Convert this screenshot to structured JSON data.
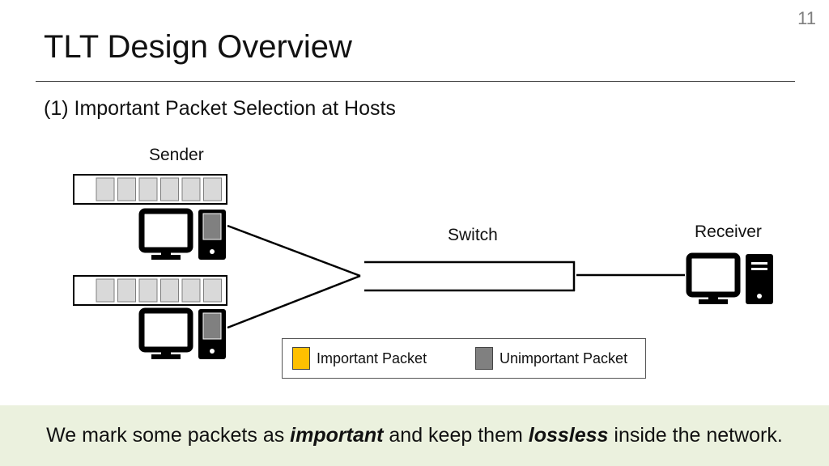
{
  "slide": {
    "number": "11",
    "title": "TLT Design Overview",
    "subtitle": "(1) Important Packet Selection at Hosts"
  },
  "diagram": {
    "sender_label": "Sender",
    "switch_label": "Switch",
    "receiver_label": "Receiver",
    "icons": [
      "desktop-computer-icon",
      "desktop-computer-icon",
      "desktop-computer-icon"
    ],
    "sender_queues": [
      {
        "packets": [
          "unimportant",
          "unimportant",
          "unimportant",
          "unimportant",
          "unimportant",
          "unimportant"
        ]
      },
      {
        "packets": [
          "unimportant",
          "unimportant",
          "unimportant",
          "unimportant",
          "unimportant",
          "unimportant"
        ]
      }
    ],
    "colors": {
      "important": "#ffc000",
      "unimportant": "#808080",
      "queue_slot": "#d9d9d9"
    }
  },
  "legend": {
    "important_label": "Important Packet",
    "unimportant_label": "Unimportant Packet"
  },
  "banner": {
    "part1": "We mark some packets as ",
    "emph1": "important",
    "part2": " and keep them ",
    "emph2": "lossless",
    "part3": " inside the network."
  }
}
